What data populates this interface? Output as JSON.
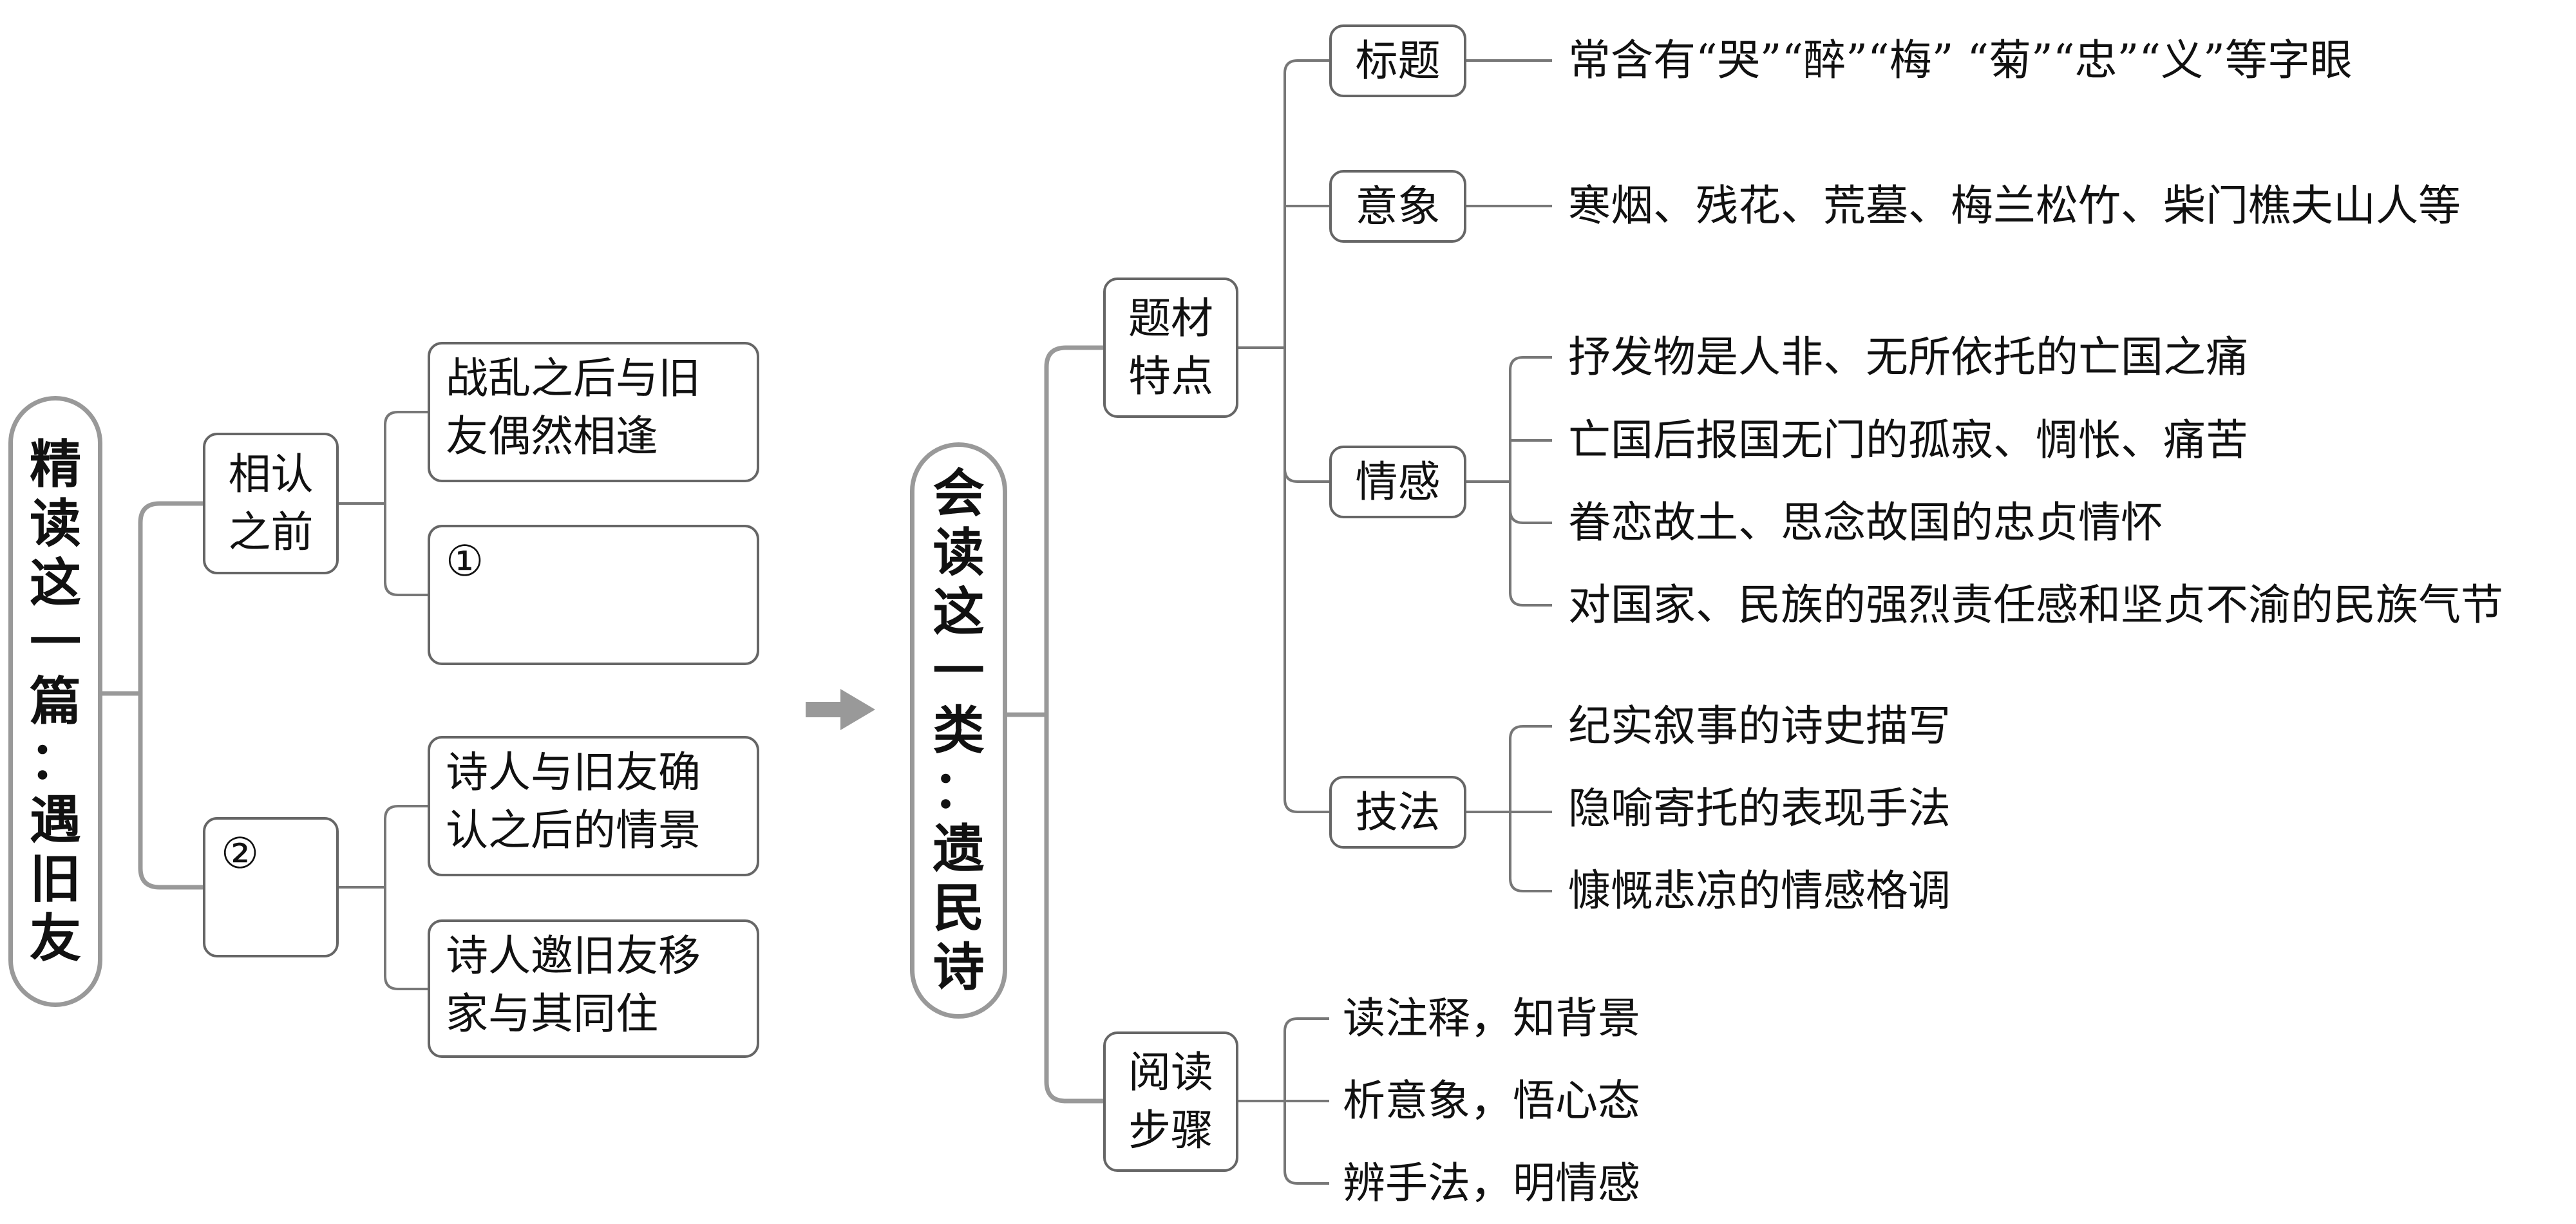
{
  "left": {
    "root": [
      "精",
      "读",
      "这",
      "一",
      "篇",
      "：",
      "遇",
      "旧",
      "友"
    ],
    "branches": [
      {
        "label": "相认\n之前",
        "line1": "相认",
        "line2": "之前",
        "children": [
          {
            "line1": "战乱之后与旧",
            "line2": "友偶然相逢"
          },
          {
            "line1": "①",
            "line2": ""
          }
        ]
      },
      {
        "label": "②",
        "line1": "②",
        "line2": "",
        "children": [
          {
            "line1": "诗人与旧友确",
            "line2": "认之后的情景"
          },
          {
            "line1": "诗人邀旧友移",
            "line2": "家与其同住"
          }
        ]
      }
    ]
  },
  "arrow": "arrow-right-icon",
  "right": {
    "root": [
      "会",
      "读",
      "这",
      "一",
      "类",
      "：",
      "遗",
      "民",
      "诗"
    ],
    "features": {
      "line1": "题材",
      "line2": "特点",
      "title": {
        "label": "标题",
        "text": "常含有“哭”“醉”“梅” “菊”“忠”“义”等字眼"
      },
      "imagery": {
        "label": "意象",
        "text": "寒烟、残花、荒墓、梅兰松竹、柴门樵夫山人等"
      },
      "emotion": {
        "label": "情感",
        "items": [
          "抒发物是人非、无所依托的亡国之痛",
          "亡国后报国无门的孤寂、惆怅、痛苦",
          "眷恋故土、思念故国的忠贞情怀",
          "对国家、民族的强烈责任感和坚贞不渝的民族气节"
        ]
      },
      "technique": {
        "label": "技法",
        "items": [
          "纪实叙事的诗史描写",
          "隐喻寄托的表现手法",
          "慷慨悲凉的情感格调"
        ]
      }
    },
    "steps": {
      "line1": "阅读",
      "line2": "步骤",
      "items": [
        "读注释，知背景",
        "析意象，悟心态",
        "辨手法，明情感"
      ]
    }
  }
}
